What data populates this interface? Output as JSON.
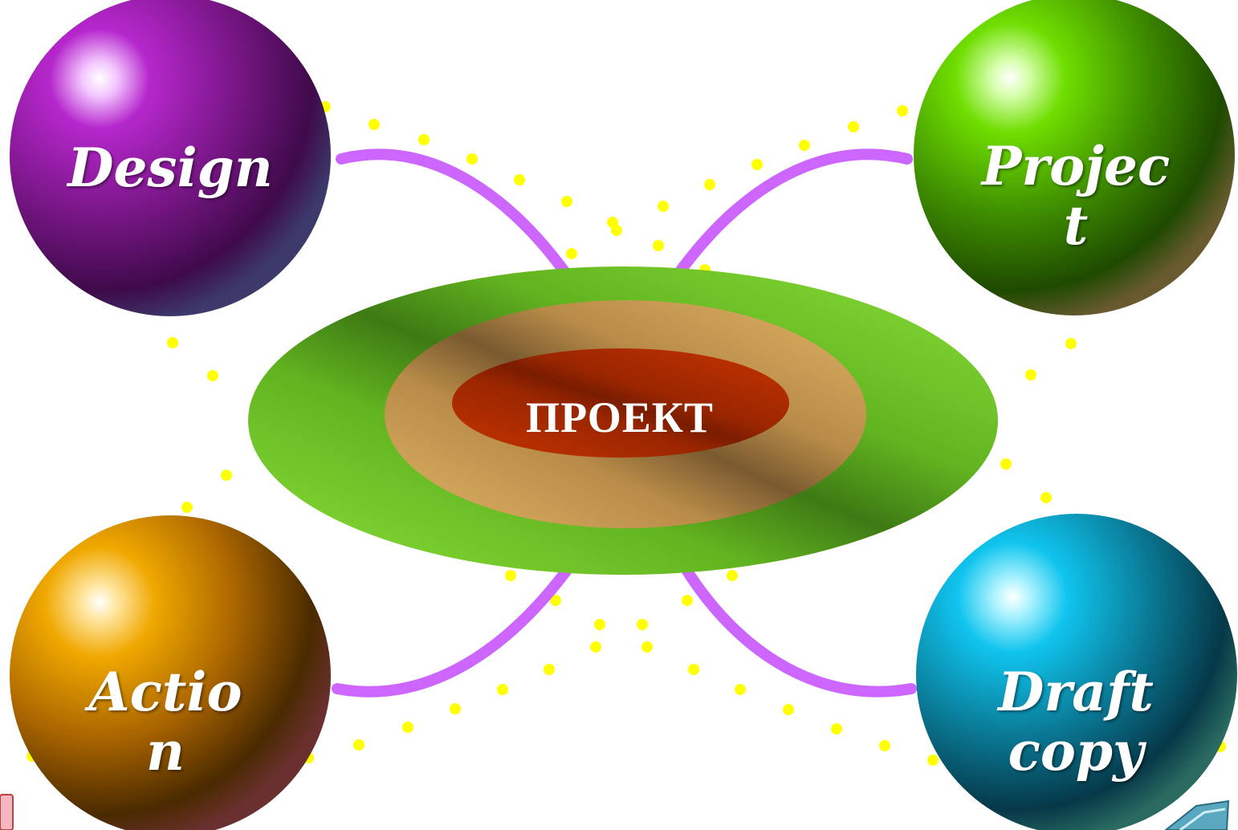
{
  "center": {
    "label": "ПРОЕКТ"
  },
  "nodes": [
    {
      "id": "design",
      "label": "Design",
      "color": "#8e1f9e"
    },
    {
      "id": "project",
      "label": "Projec\nt",
      "color": "#5fb400"
    },
    {
      "id": "action",
      "label": "Actio\nn",
      "color": "#e09a00"
    },
    {
      "id": "draft",
      "label": "Draft\ncopy",
      "color": "#0fa6c8"
    }
  ],
  "colors": {
    "connector": "#cc66ff",
    "dots": "#ffff00",
    "outer_ring": "#7ccf2a",
    "middle_ring": "#d2a55a",
    "inner_ring": "#b83000"
  },
  "icons": [
    "slide-nav-back-icon",
    "slide-nav-book-icon"
  ]
}
